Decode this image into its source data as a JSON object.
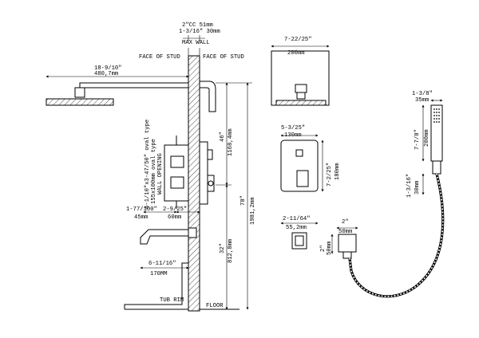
{
  "wall": {
    "cc_in": "2\"CC 51mm",
    "cc_in2": "1-3/16\" 30mm",
    "max_wall": "MAX WALL",
    "face_of_stud_left": "FACE OF STUD",
    "face_of_stud_right": "FACE OF STUD"
  },
  "shower_arm": {
    "in": "18-9/10\"",
    "mm": "480,7mm"
  },
  "head_height": {
    "in": "46\"",
    "mm": "1168,4mm"
  },
  "total_height": {
    "in": "78\"",
    "mm": "1981,2mm"
  },
  "spout_height": {
    "in": "32\"",
    "mm": "812,8mm"
  },
  "wall_opening": {
    "line1": "6-1/10\"x3-47/50\" oval type",
    "line2": "155x100mm oval type",
    "line3": "WALL OPENING"
  },
  "valve_depth": {
    "in_a": "1-77/100\"",
    "in_b": "2-9/25\"",
    "mm_a": "45mm",
    "mm_b": "60mm"
  },
  "spout_length": {
    "in": "6-11/16\"",
    "mm": "170MM"
  },
  "labels": {
    "tub_rim": "TUB RIM",
    "floor": "FLOOR"
  },
  "head_plate": {
    "in": "7-22/25\"",
    "mm": "200mm"
  },
  "trim_plate_width": {
    "in": "5-3/25\"",
    "mm": "130mm"
  },
  "trim_plate_height": {
    "in": "7-2/25\"",
    "mm": "180mm"
  },
  "handle_depth": {
    "in": "2-11/64\"",
    "mm": "55,2mm"
  },
  "outlet_width": {
    "in": "2\"",
    "mm": "50mm"
  },
  "outlet_depth": {
    "in": "2\"",
    "mm": "50mm"
  },
  "hand_shower_width": {
    "in": "1-3/8\"",
    "mm": "35mm"
  },
  "hand_shower_length": {
    "in": "7-7/8\"",
    "mm": "200mm"
  },
  "hand_shower_holder": {
    "in": "1-3/16\"",
    "mm": "30mm"
  }
}
